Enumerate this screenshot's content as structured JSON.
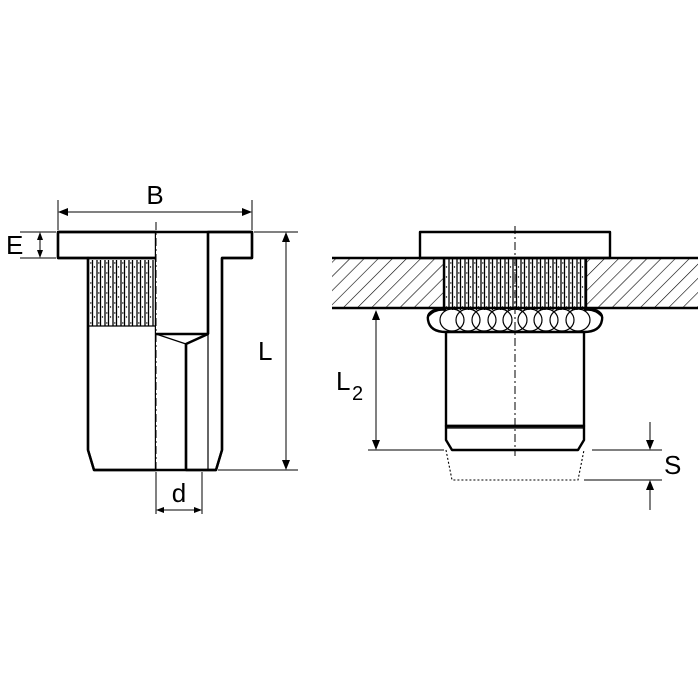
{
  "labels": {
    "B": "B",
    "E": "E",
    "L": "L",
    "d": "d",
    "L2_main": "L",
    "L2_sub": "2",
    "S": "S"
  },
  "colors": {
    "line": "#000000",
    "background": "#ffffff"
  }
}
